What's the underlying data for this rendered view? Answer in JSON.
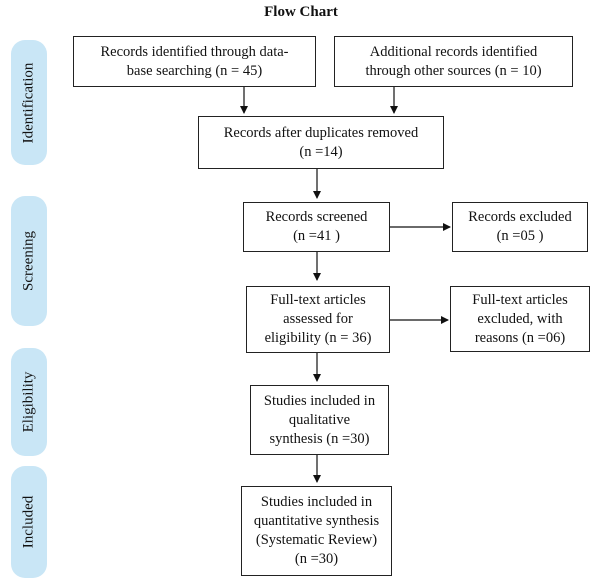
{
  "title": "Flow Chart",
  "stages": [
    "Identification",
    "Screening",
    "Eligibility",
    "Included"
  ],
  "boxes": {
    "database": [
      "Records identified through data-",
      "base searching (n = 45)"
    ],
    "other": [
      "Additional records identified",
      "through other sources (n = 10)"
    ],
    "duplicates": [
      "Records after duplicates removed",
      "(n =14)"
    ],
    "screened": [
      "Records screened",
      "(n =41 )"
    ],
    "excluded": [
      "Records excluded",
      "(n =05 )"
    ],
    "fulltext": [
      "Full-text articles",
      "assessed for",
      "eligibility (n = 36)"
    ],
    "fulltext_excluded": [
      "Full-text articles",
      "excluded, with",
      "reasons (n =06)"
    ],
    "qualitative": [
      "Studies included in",
      "qualitative",
      "synthesis (n =30)"
    ],
    "quantitative": [
      "Studies included in",
      "quantitative synthesis",
      "(Systematic Review)",
      "(n =30)"
    ]
  }
}
